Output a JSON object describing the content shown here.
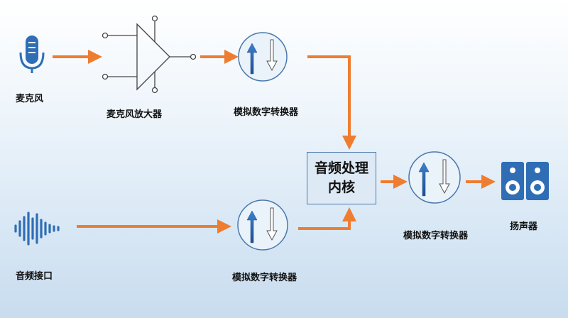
{
  "nodes": {
    "mic": {
      "label": "麦克风",
      "icon": "microphone-icon"
    },
    "amp": {
      "label": "麦克风放大器",
      "icon": "amplifier-icon"
    },
    "adc_top": {
      "label": "模拟数字转换器",
      "icon": "converter-arrows-icon"
    },
    "audio_in": {
      "label": "音频接口",
      "icon": "audio-waveform-icon"
    },
    "adc_bottom": {
      "label": "模拟数字转换器",
      "icon": "converter-arrows-icon"
    },
    "core": {
      "line1": "音频处理",
      "line2": "内核"
    },
    "dac": {
      "label": "模拟数字转换器",
      "icon": "converter-arrows-icon"
    },
    "speaker": {
      "label": "扬声器",
      "icon": "speaker-icon"
    }
  },
  "colors": {
    "arrow": "#ee7d31",
    "icon_blue": "#2f6eb5",
    "outline": "#4a78ac"
  }
}
